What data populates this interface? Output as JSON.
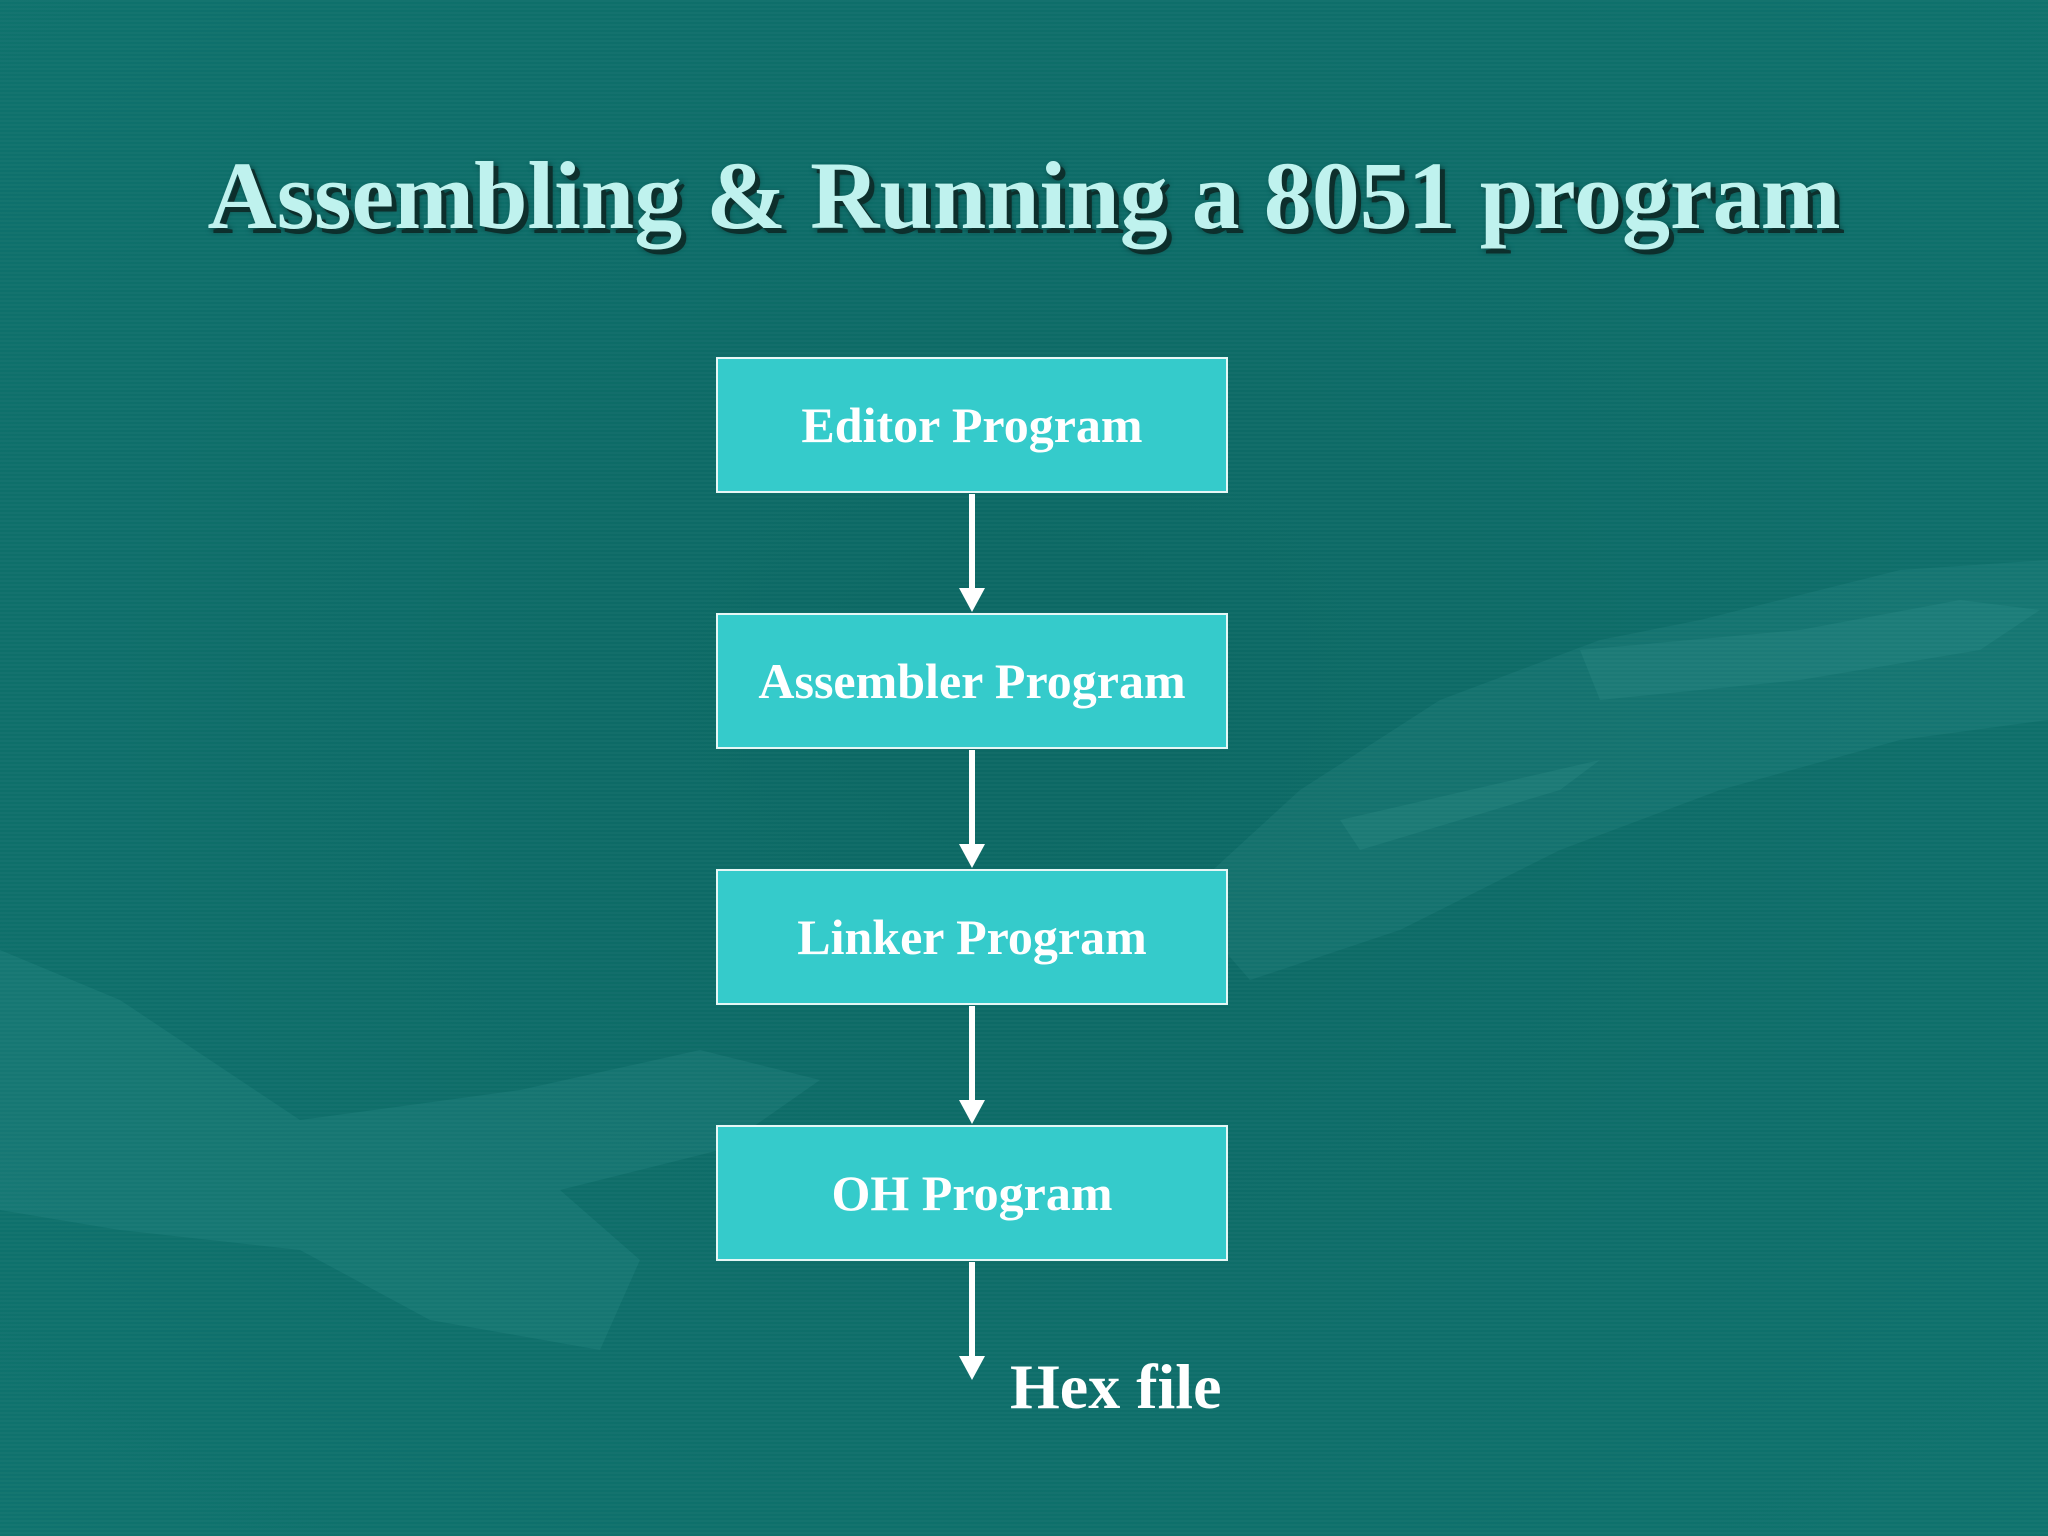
{
  "slide": {
    "title": "Assembling & Running a 8051 program"
  },
  "flow": {
    "steps": [
      {
        "label": "Editor Program"
      },
      {
        "label": "Assembler Program"
      },
      {
        "label": "Linker Program"
      },
      {
        "label": "OH Program"
      }
    ],
    "output_label": "Hex file"
  },
  "colors": {
    "background": "#0f6f6b",
    "box_fill": "#35cbcb",
    "box_border": "#e6f7f6",
    "title_text": "#bff2ee",
    "arrow": "#ffffff"
  }
}
